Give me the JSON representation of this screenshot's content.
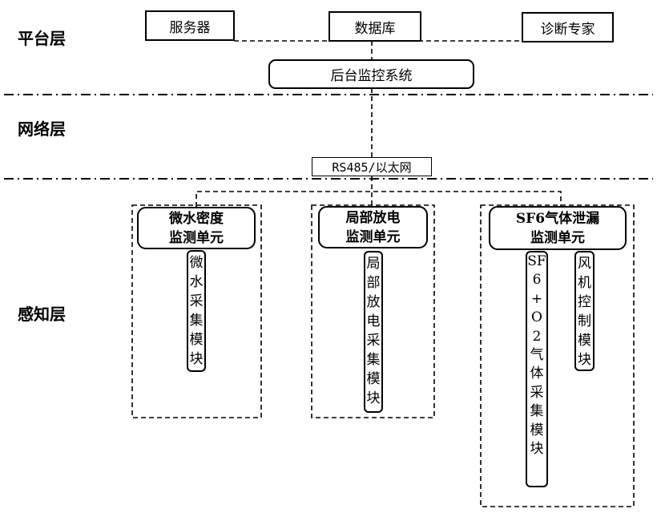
{
  "layers": {
    "platform": "平台层",
    "network": "网络层",
    "perception": "感知层"
  },
  "platform_nodes": {
    "server": "服务器",
    "database": "数据库",
    "expert": "诊断专家",
    "backend": "后台监控系统"
  },
  "network": {
    "link": "RS485/以太网"
  },
  "units": [
    {
      "title_line1": "微水密度",
      "title_line2": "监测单元",
      "modules": [
        "微水采集模块"
      ]
    },
    {
      "title_line1": "局部放电",
      "title_line2": "监测单元",
      "modules": [
        "局部放电采集模块"
      ]
    },
    {
      "title_line1": "SF6气体泄漏",
      "title_line2": "监测单元",
      "modules": [
        "SF6+O2气体采集模块",
        "风机控制模块"
      ]
    }
  ]
}
